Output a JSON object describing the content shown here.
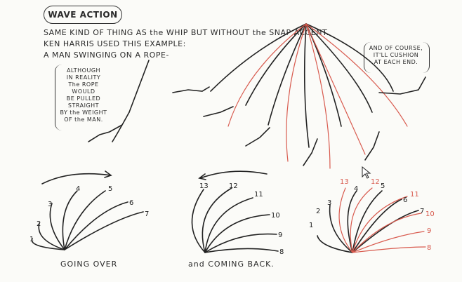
{
  "title": "WAVE ACTION",
  "lines": [
    "SAME KIND OF THING AS the WHIP BUT WITHOUT the SNAP ACCENT.",
    "KEN HARRIS USED THIS EXAMPLE:",
    "A MAN SWINGING ON A ROPE-"
  ],
  "left_note": [
    "ALTHOUGH",
    "IN REALITY",
    "The ROPE WOULD",
    "BE PULLED STRAIGHT",
    "BY the WEIGHT",
    "OF the MAN."
  ],
  "right_note": [
    "AND OF COURSE,",
    "IT'LL CUSHION",
    "AT EACH END."
  ],
  "captions": {
    "going_over": "GOING OVER",
    "coming_back": "and COMING BACK."
  },
  "numbers": {
    "left": [
      "1",
      "2",
      "3",
      "4",
      "5",
      "6",
      "7"
    ],
    "middle": [
      "13",
      "12",
      "11",
      "10",
      "9",
      "8"
    ],
    "right_black": [
      "1",
      "2",
      "3",
      "4",
      "5",
      "6",
      "7"
    ],
    "right_red": [
      "13",
      "12",
      "11",
      "10",
      "9",
      "8"
    ]
  }
}
